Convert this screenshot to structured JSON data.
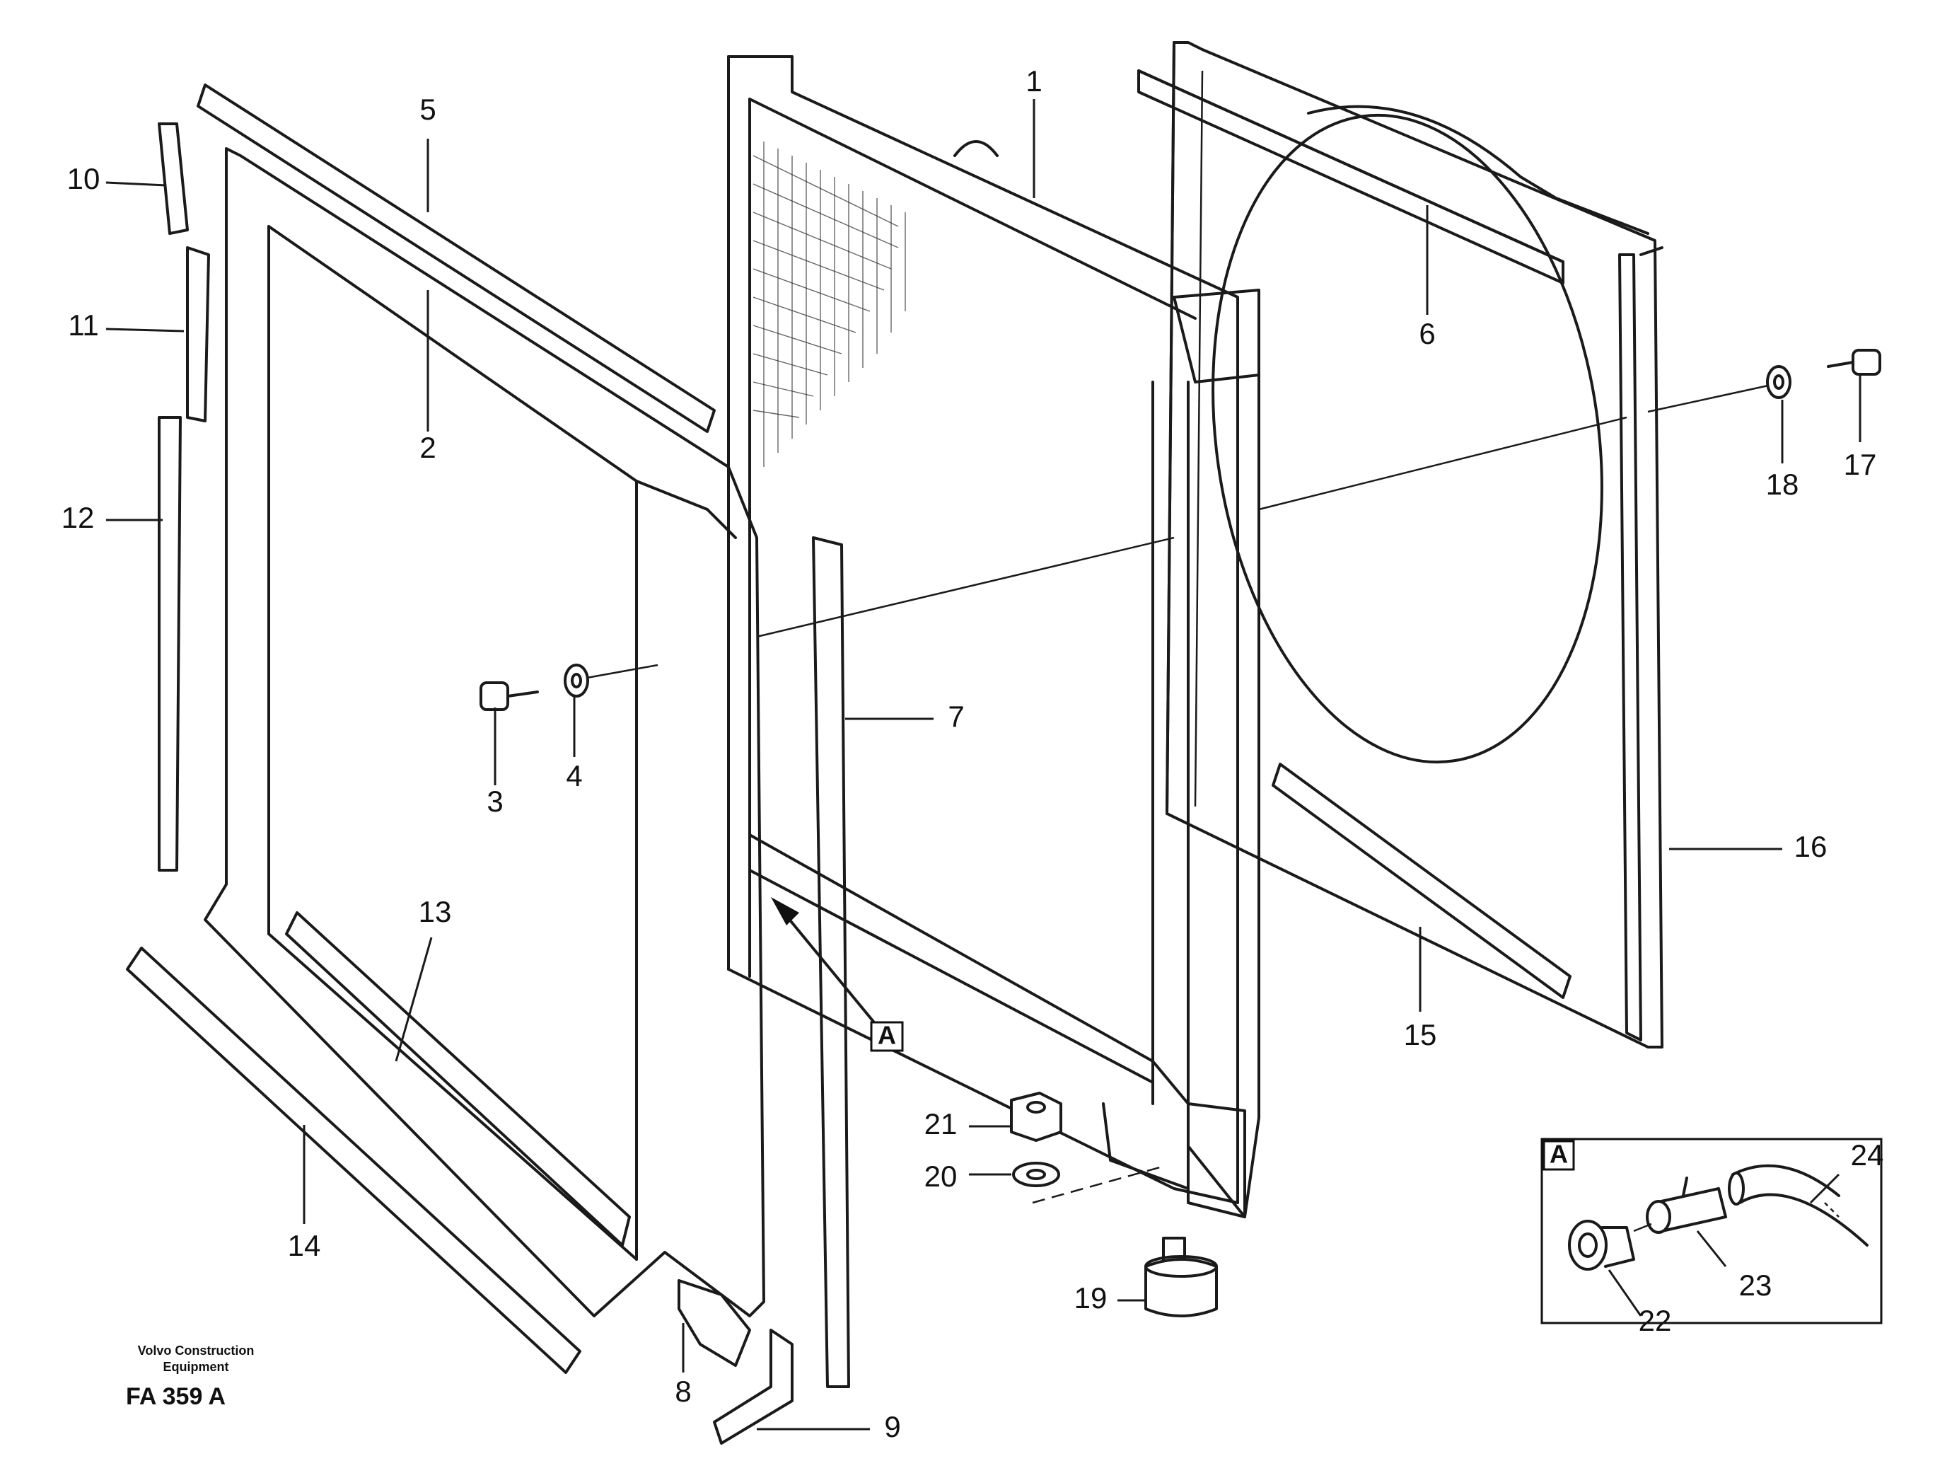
{
  "callouts": [
    "1",
    "2",
    "3",
    "4",
    "5",
    "6",
    "7",
    "8",
    "9",
    "10",
    "11",
    "12",
    "13",
    "14",
    "15",
    "16",
    "17",
    "18",
    "19",
    "20",
    "21",
    "22",
    "23",
    "24"
  ],
  "detail_tag": "A",
  "detail_box_tag": "A",
  "footer": {
    "maker_line1": "Volvo Construction",
    "maker_line2": "Equipment",
    "ref": "FA 359 A"
  }
}
